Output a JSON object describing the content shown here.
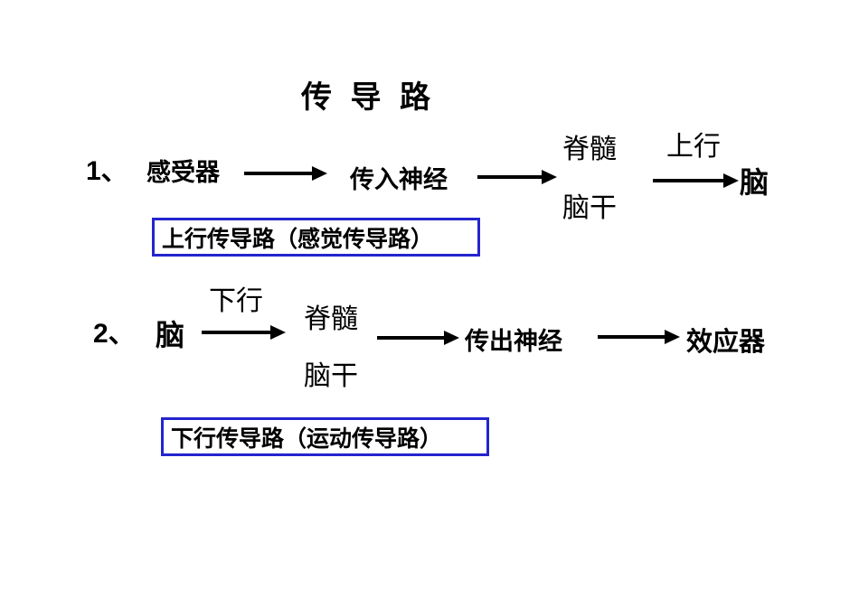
{
  "title": "传 导 路",
  "row1": {
    "number": "1、",
    "receptor": "感受器",
    "afferent_nerve": "传入神经",
    "spinal_cord": "脊髓",
    "brainstem": "脑干",
    "ascending_label": "上行",
    "brain": "脑",
    "caption": "上行传导路（感觉传导路）"
  },
  "row2": {
    "number": "2、",
    "brain": "脑",
    "descending_label": "下行",
    "spinal_cord": "脊髓",
    "brainstem": "脑干",
    "efferent_nerve": "传出神经",
    "effector": "效应器",
    "caption": "下行传导路（运动传导路）"
  },
  "colors": {
    "caption_border": "#2424cf",
    "text": "#000000",
    "arrow": "#000000",
    "background": "#ffffff"
  }
}
